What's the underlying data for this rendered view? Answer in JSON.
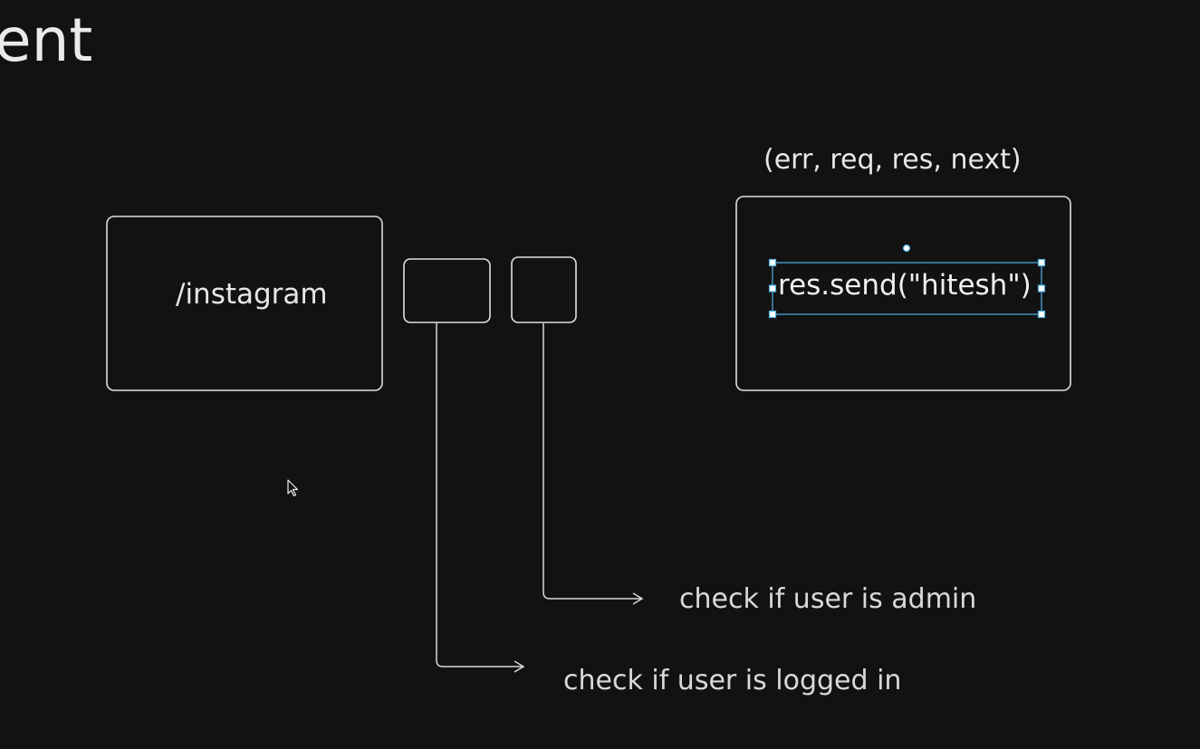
{
  "diagram": {
    "heading_fragment": "ent",
    "route_box": {
      "label": "/instagram"
    },
    "middleware_1": {
      "annotation": "check if user is logged in"
    },
    "middleware_2": {
      "annotation": "check if user is admin"
    },
    "handler_box": {
      "signature": "(err, req, res, next)",
      "code": "res.send(\"hitesh\")"
    }
  },
  "colors": {
    "background": "#121212",
    "stroke": "#e0e0e0",
    "selection": "#4fb3e6"
  },
  "icons": [
    "mouse-cursor-icon"
  ]
}
